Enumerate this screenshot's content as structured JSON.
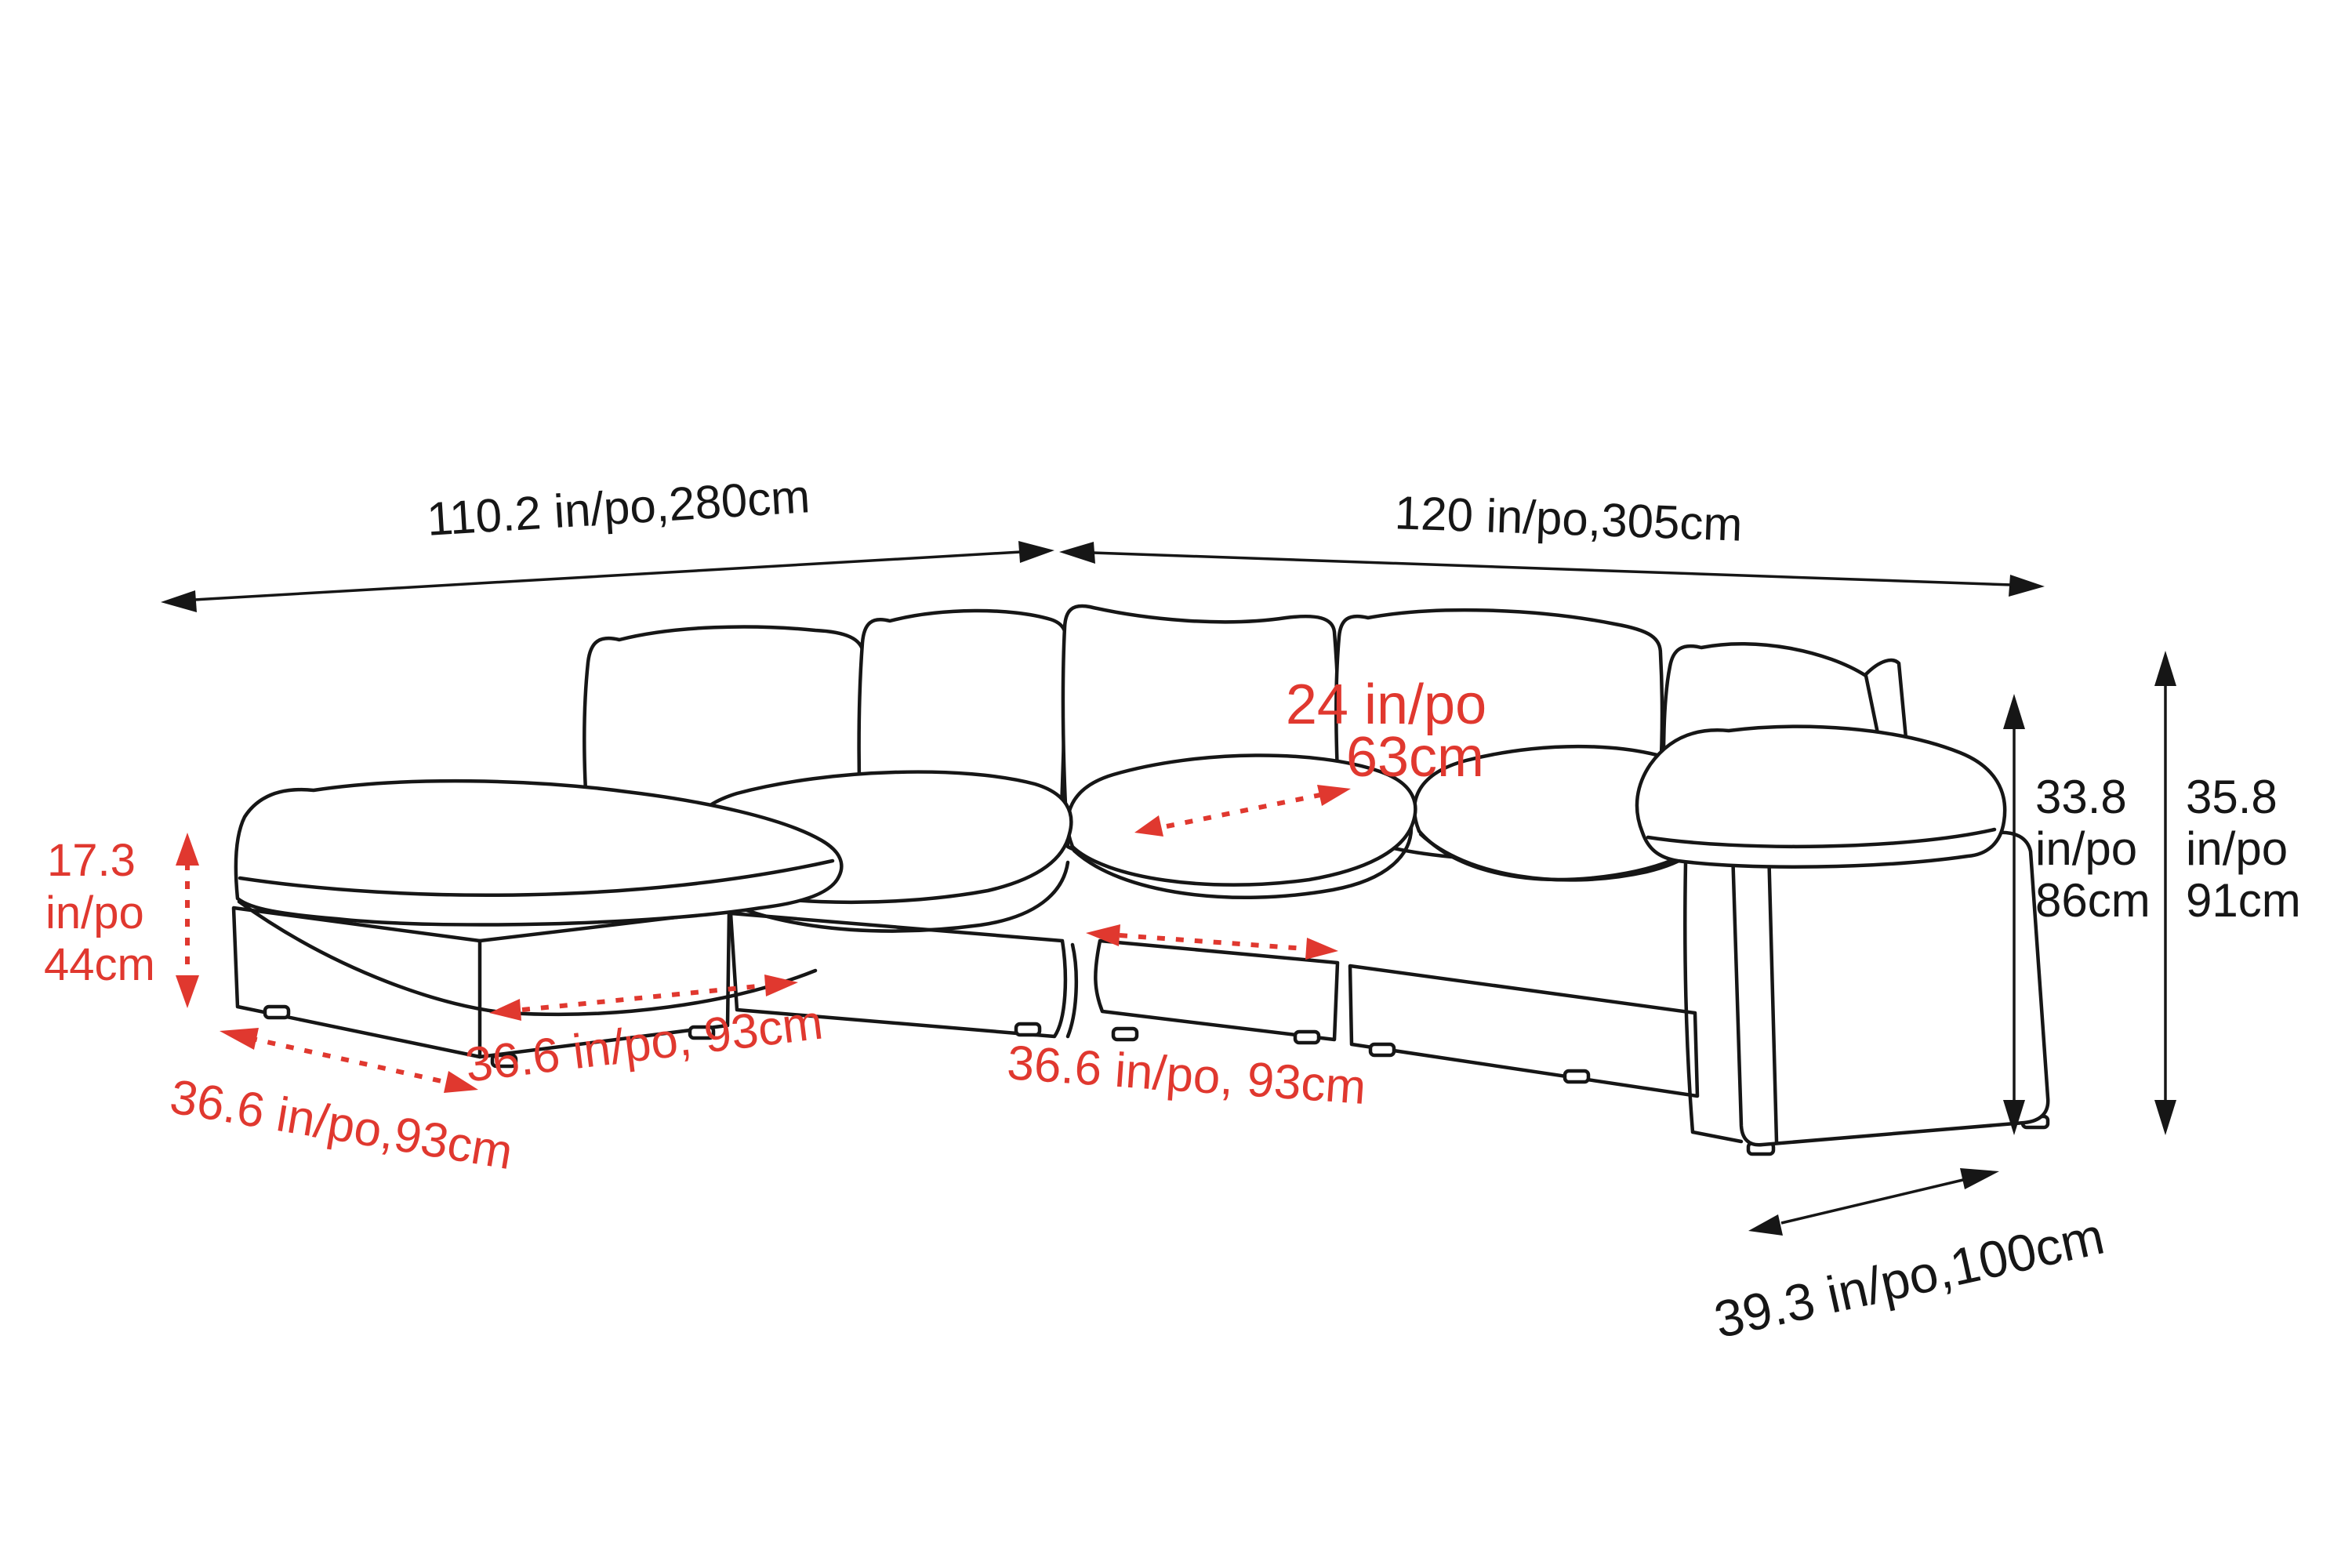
{
  "diagram": {
    "title": "Sectional sofa with ottoman - dimension diagram",
    "background_color": "#ffffff",
    "line_color": "#161616",
    "dimension_color": "#e0382f",
    "labels": {
      "total_width_left": "110.2 in/po,280cm",
      "total_width_right": "120 in/po,305cm",
      "ottoman_height": {
        "l1": "17.3",
        "l2": "in/po",
        "l3": "44cm"
      },
      "ottoman_depth_diagonal": "36.6 in/po,93cm",
      "ottoman_front_width": "36.6 in/po, 93cm",
      "seat_module_width": "36.6 in/po, 93cm",
      "seat_depth": {
        "l1": "24 in/po",
        "l2": "63cm"
      },
      "arm_height": {
        "l1": "33.8",
        "l2": "in/po",
        "l3": "86cm"
      },
      "overall_height": {
        "l1": "35.8",
        "l2": "in/po",
        "l3": "91cm"
      },
      "arm_module_depth": "39.3 in/po,100cm"
    }
  }
}
